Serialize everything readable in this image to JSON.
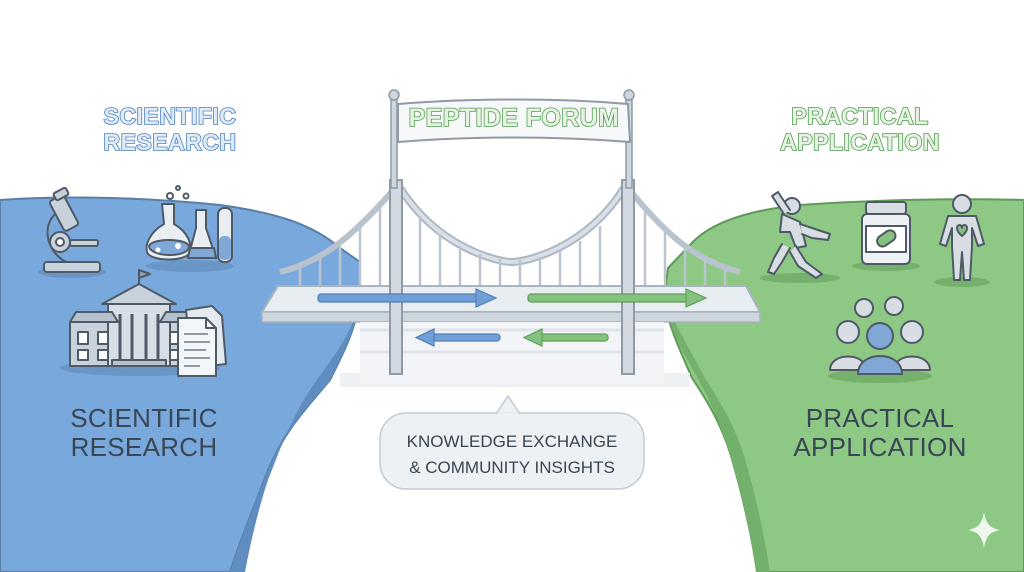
{
  "headings": {
    "left": [
      "SCIENTIFIC",
      "RESEARCH"
    ],
    "right": [
      "PRACTICAL",
      "APPLICATION"
    ]
  },
  "banner": {
    "title": "PEPTIDE FORUM"
  },
  "cliff_labels": {
    "left": [
      "SCIENTIFIC",
      "RESEARCH"
    ],
    "right": [
      "PRACTICAL",
      "APPLICATION"
    ]
  },
  "bubble": {
    "lines": [
      "KNOWLEDGE EXCHANGE",
      "& COMMUNITY INSIGHTS"
    ]
  },
  "colors": {
    "research_blue": "#79a9dc",
    "application_green": "#8dc985",
    "arrow_blue": "#6f9fd6",
    "arrow_green": "#86c27f",
    "bridge_gray": "#cfd6de",
    "outline": "#66707c"
  },
  "icons": {
    "left": [
      "microscope-icon",
      "flasks-icon",
      "university-building-icon",
      "documents-icon"
    ],
    "right": [
      "stretching-person-icon",
      "supplement-bottle-icon",
      "standing-person-icon",
      "community-group-icon"
    ],
    "bridge": [
      "arrow-right-blue",
      "arrow-right-green",
      "arrow-left-blue",
      "arrow-left-green"
    ],
    "corner": "sparkle-icon"
  }
}
